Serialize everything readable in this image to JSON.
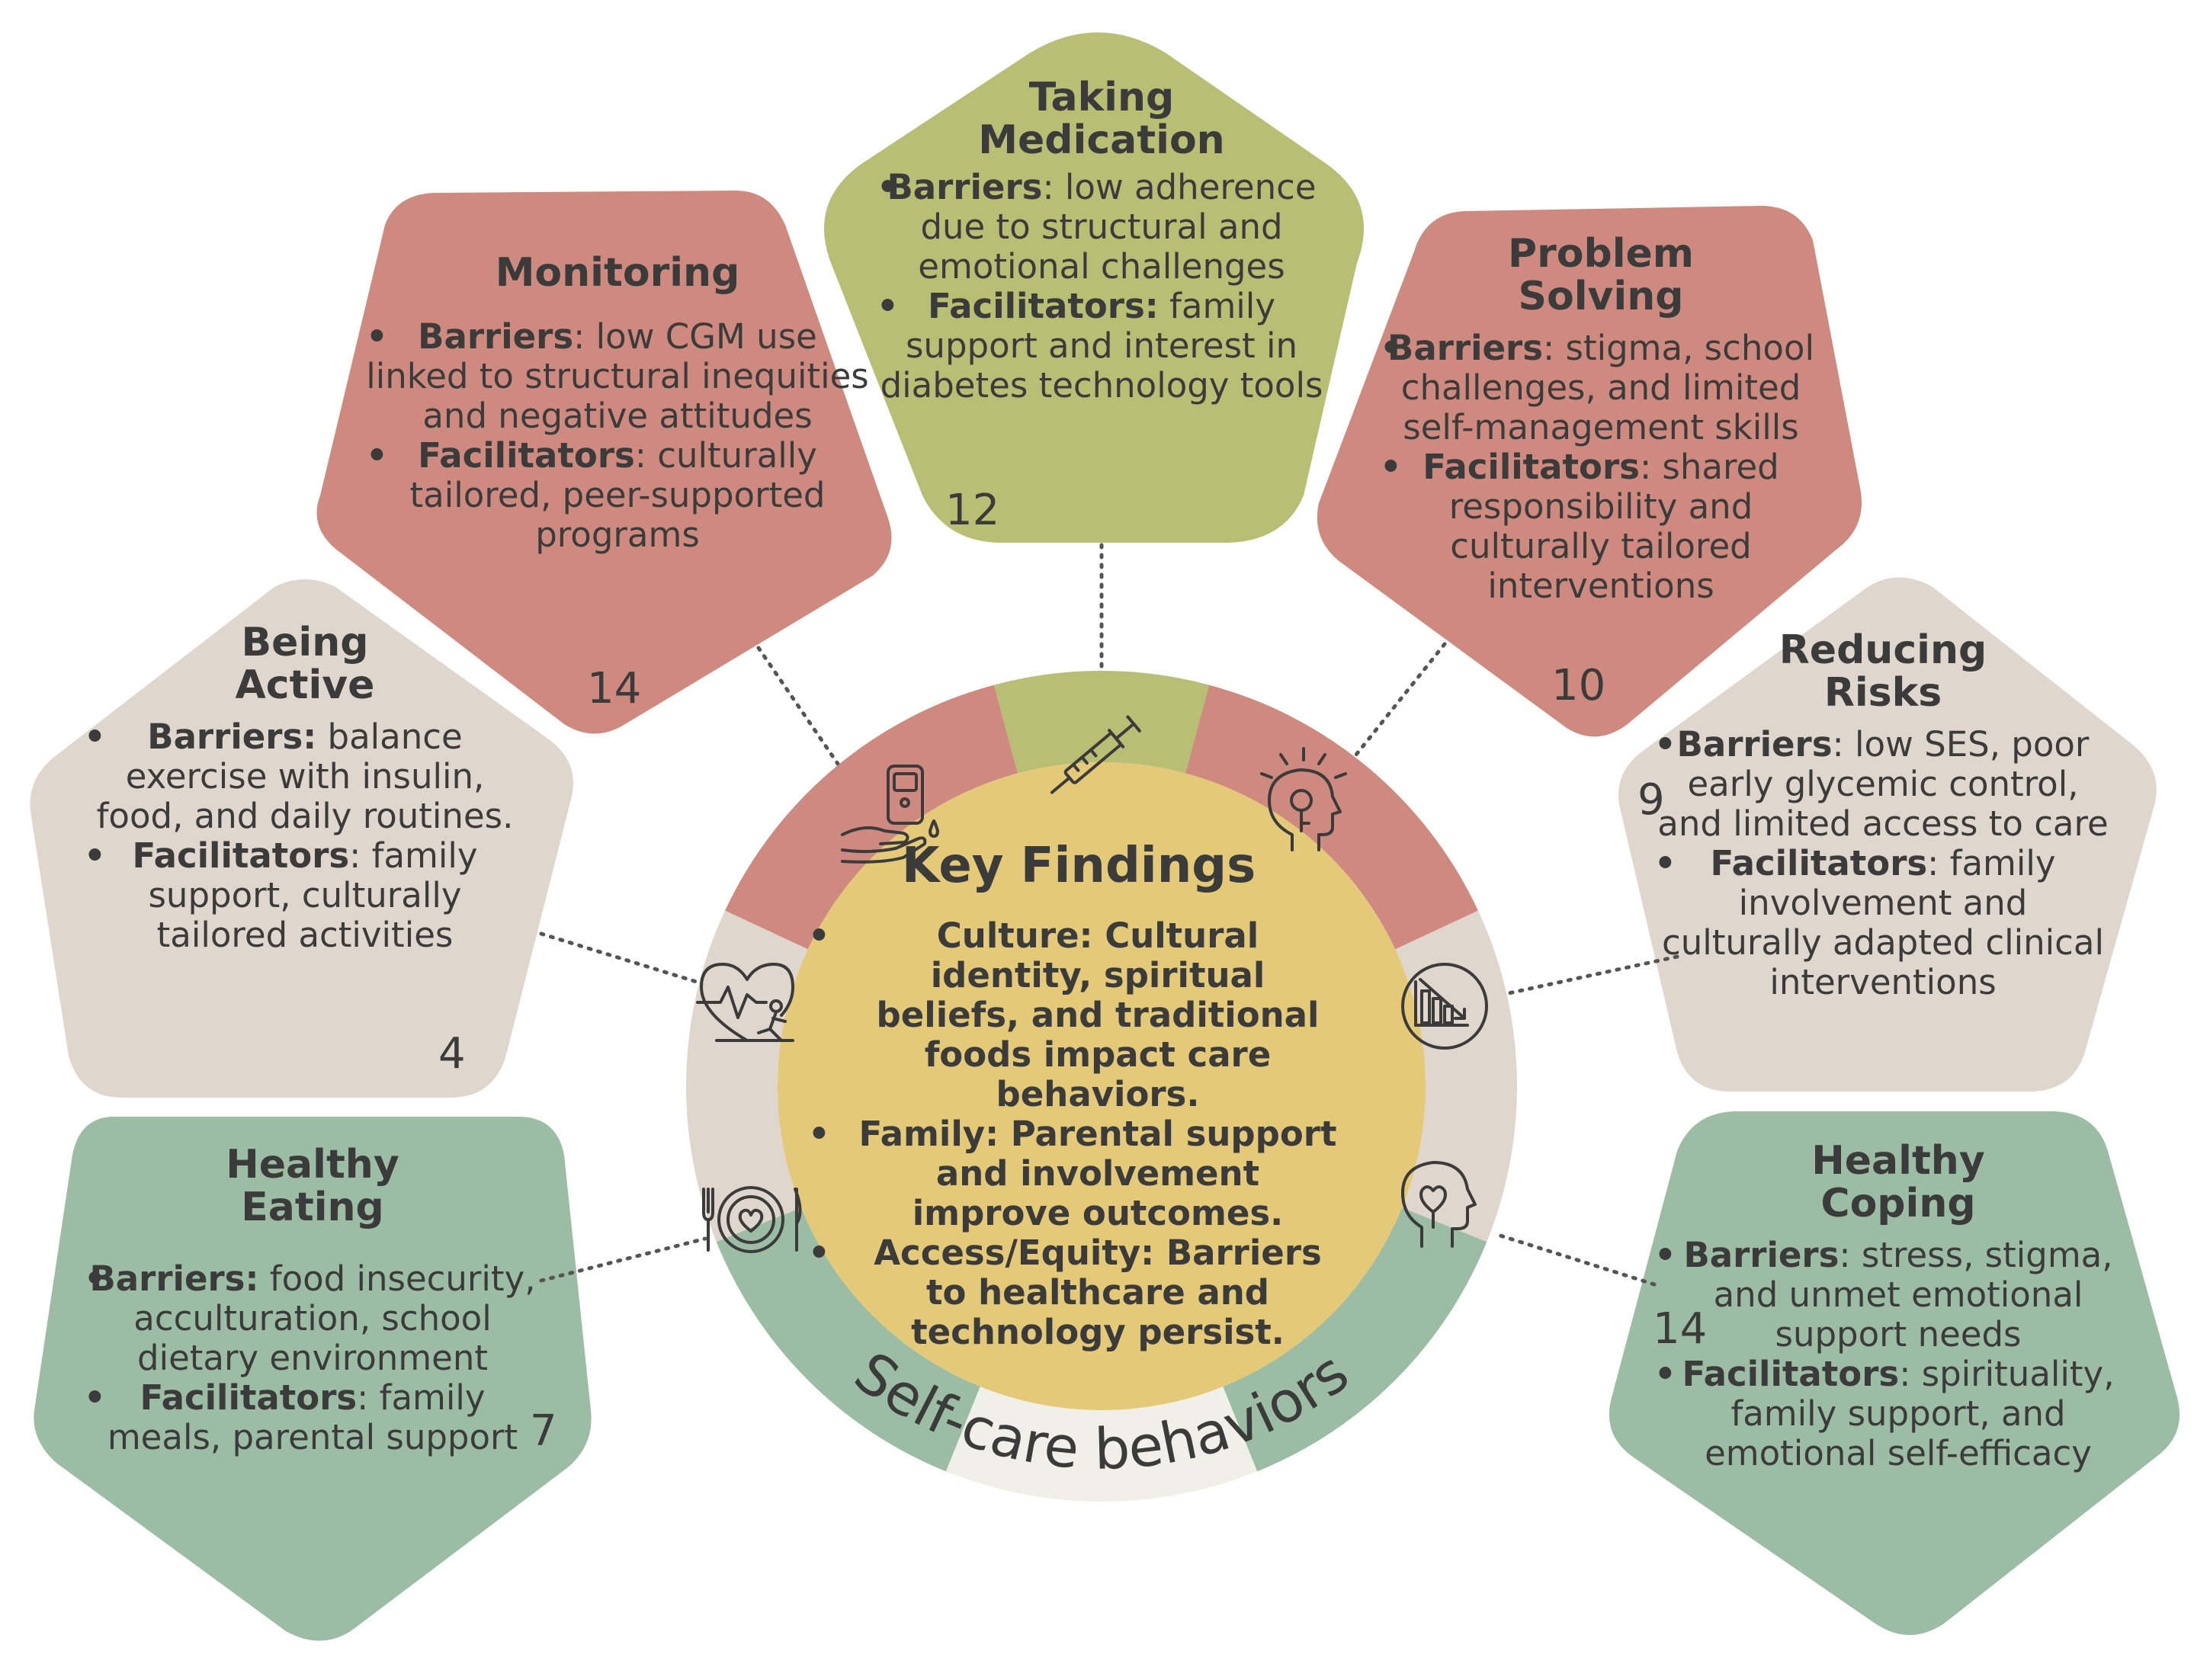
{
  "colors": {
    "red": "#cf8a7f",
    "olive": "#b8be74",
    "beige": "#dfd6cd",
    "green": "#9cbda3",
    "center": "#e3c978",
    "ring_bottom": "#f1f0e8"
  },
  "center": {
    "title": "Key Findings",
    "items": [
      "Culture: Cultural identity, spiritual beliefs, and traditional foods impact care behaviors.",
      "Family: Parental support and involvement improve outcomes.",
      "Access/Equity: Barriers to healthcare and technology persist."
    ],
    "ring_label": "Self-care behaviors"
  },
  "cards": {
    "medication": {
      "title": "Taking\nMedication",
      "barriers_label": "Barriers",
      "barriers": ": low adherence due to structural and emotional challenges",
      "facilitators_label": "Facilitators:",
      "facilitators": " family support and interest in diabetes technology tools",
      "count": "12",
      "icon": "syringe-icon"
    },
    "monitoring": {
      "title": "Monitoring",
      "barriers_label": "Barriers",
      "barriers": ": low CGM use linked to structural inequities and negative attitudes",
      "facilitators_label": "Facilitators",
      "facilitators": ": culturally tailored, peer-supported programs",
      "count": "14",
      "icon": "glucose-meter-icon"
    },
    "problem": {
      "title": "Problem\nSolving",
      "barriers_label": "Barriers",
      "barriers": ": stigma, school challenges, and limited self-management skills",
      "facilitators_label": "Facilitators",
      "facilitators": ": shared responsibility and culturally tailored interventions",
      "count": "10",
      "icon": "head-key-icon"
    },
    "active": {
      "title": "Being\nActive",
      "barriers_label": "Barriers:",
      "barriers": " balance exercise with insulin, food, and daily routines.",
      "facilitators_label": "Facilitators",
      "facilitators": ": family support, culturally tailored activities",
      "count": "4",
      "icon": "heart-runner-icon"
    },
    "risks": {
      "title": "Reducing\nRisks",
      "barriers_label": "Barriers",
      "barriers": ": low SES, poor early glycemic control, and limited access to care",
      "facilitators_label": "Facilitators",
      "facilitators": ": family involvement and culturally adapted clinical interventions",
      "count": "9",
      "icon": "declining-chart-icon"
    },
    "eating": {
      "title": "Healthy\nEating",
      "barriers_label": "Barriers:",
      "barriers": " food insecurity, acculturation, school dietary environment",
      "facilitators_label": "Facilitators",
      "facilitators": ": family meals, parental support",
      "count": "7",
      "icon": "plate-utensils-icon"
    },
    "coping": {
      "title": "Healthy\nCoping",
      "barriers_label": "Barriers",
      "barriers": ": stress, stigma, and unmet emotional support needs",
      "facilitators_label": "Facilitators",
      "facilitators": ": spirituality, family support, and emotional self-efficacy",
      "count": "14",
      "icon": "head-heart-icon"
    }
  }
}
